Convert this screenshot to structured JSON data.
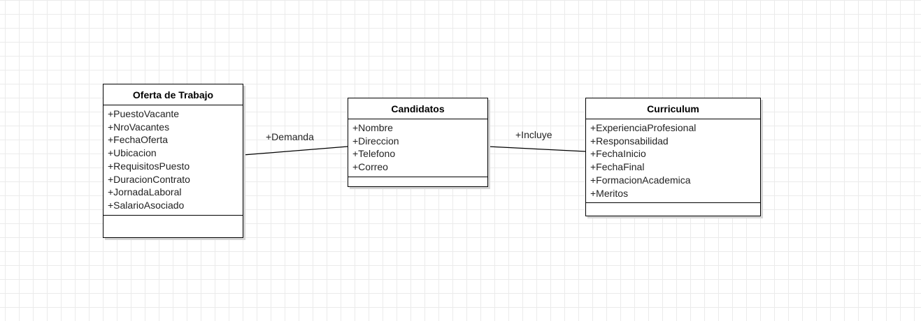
{
  "classes": {
    "oferta": {
      "name": "Oferta de Trabajo",
      "attributes": [
        "+PuestoVacante",
        "+NroVacantes",
        "+FechaOferta",
        "+Ubicacion",
        "+RequisitosPuesto",
        "+DuracionContrato",
        "+JornadaLaboral",
        "+SalarioAsociado"
      ]
    },
    "candidatos": {
      "name": "Candidatos",
      "attributes": [
        "+Nombre",
        "+Direccion",
        "+Telefono",
        "+Correo"
      ]
    },
    "curriculum": {
      "name": "Curriculum",
      "attributes": [
        "+ExperienciaProfesional",
        "+Responsabilidad",
        "+FechaInicio",
        "+FechaFinal",
        "+FormacionAcademica",
        "+Meritos"
      ]
    }
  },
  "associations": {
    "demanda": {
      "label": "+Demanda"
    },
    "incluye": {
      "label": "+Incluye"
    }
  },
  "colors": {
    "line": "#000000",
    "grid": "#ebebeb",
    "shadow": "#d6d6d6"
  }
}
